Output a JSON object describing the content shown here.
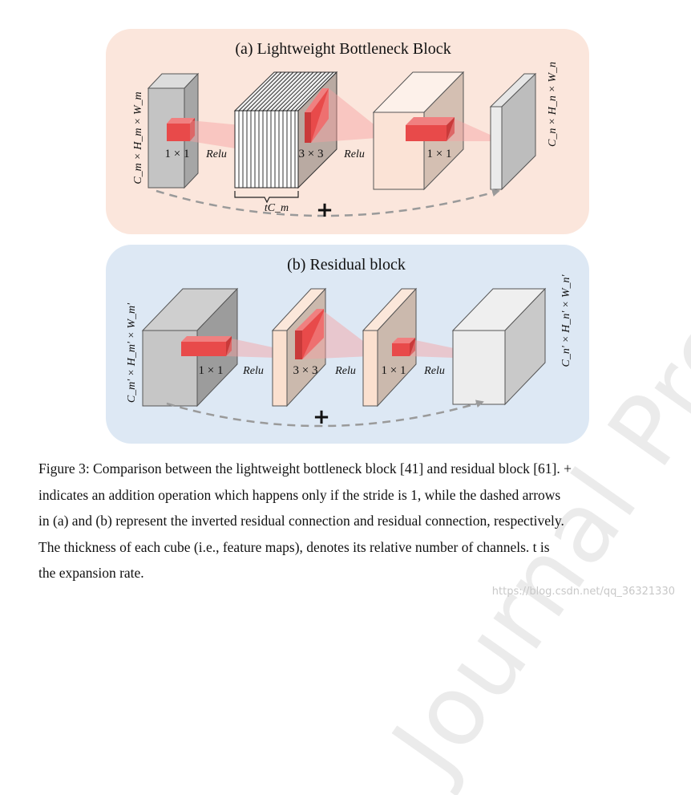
{
  "panel_a": {
    "title": "(a) Lightweight Bottleneck Block",
    "input_label": "C_m × H_m × W_m",
    "output_label": "C_n × H_n × W_n",
    "conv1": "1 × 1",
    "conv2": "3 × 3",
    "conv3": "1 × 1",
    "act1": "Relu",
    "act2": "Relu",
    "brace_label": "tC_m",
    "plus": "+"
  },
  "panel_b": {
    "title": "(b) Residual block",
    "input_label": "C_m' × H_m' × W_m'",
    "output_label": "C_n' × H_n' × W_n'",
    "conv1": "1 × 1",
    "conv2": "3 × 3",
    "conv3": "1 × 1",
    "act1": "Relu",
    "act2": "Relu",
    "act3": "Relu",
    "plus": "+"
  },
  "caption": {
    "line1": "Figure 3: Comparison between the lightweight bottleneck block [41] and residual block [61]. +",
    "line2": "indicates an addition operation which happens only if the stride is 1, while the dashed arrows",
    "line3": "in (a) and (b) represent the inverted residual connection and residual connection, respectively.",
    "line4": "The thickness of each cube (i.e., feature maps), denotes its relative number of channels. t is",
    "line5": "the expansion rate."
  },
  "watermark": "Journal Pre-proof",
  "credit": "https://blog.csdn.net/qq_36321330",
  "colors": {
    "panel_a_bg": "#fbe6dc",
    "panel_b_bg": "#dde8f4",
    "kernel": "#e84a4a",
    "cube_grey": "#c8c8c8",
    "cube_peach": "#f9e3d5"
  }
}
